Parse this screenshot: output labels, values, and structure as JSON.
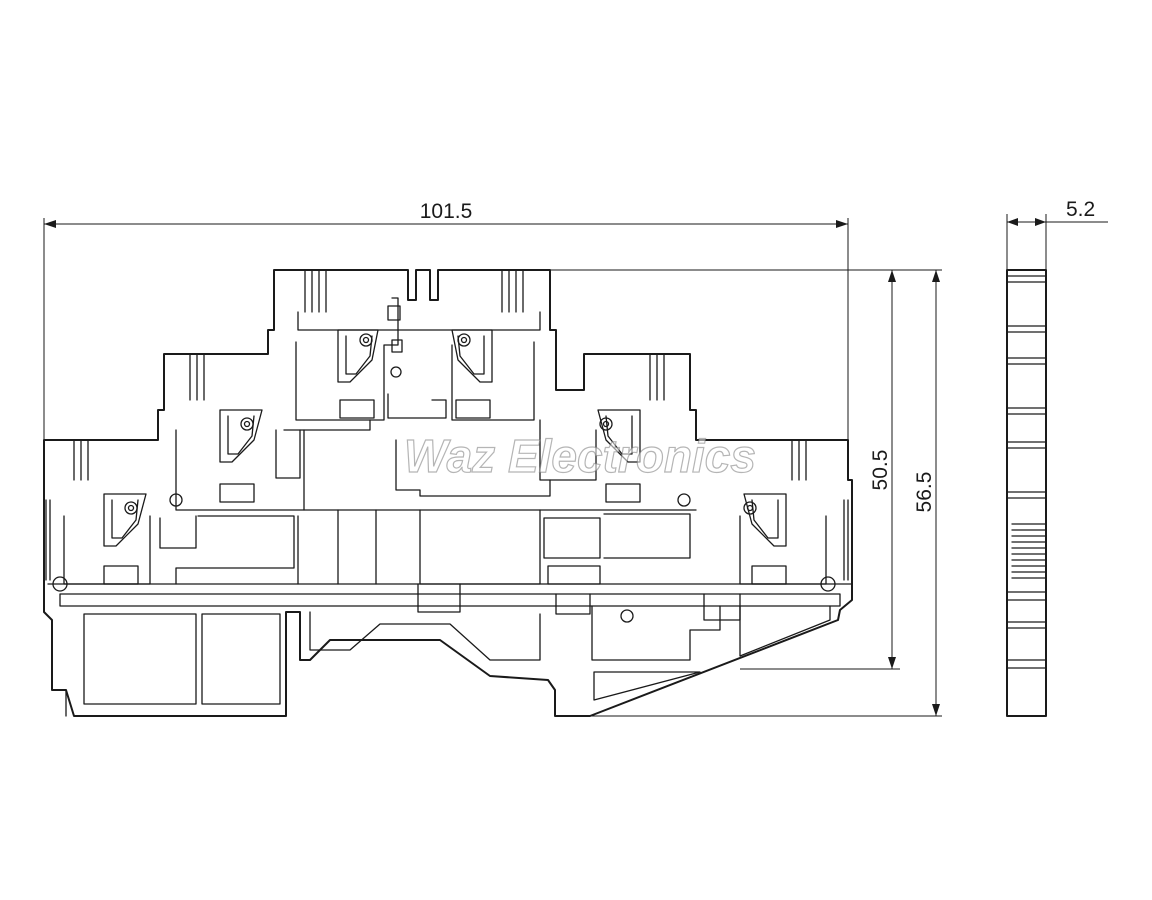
{
  "dimensions": {
    "width": "101.5",
    "thickness": "5.2",
    "height_inner": "50.5",
    "height_overall": "56.5"
  },
  "watermark": {
    "text": "Waz Electronics"
  },
  "colors": {
    "line": "#1a1a1a",
    "background": "#ffffff"
  }
}
